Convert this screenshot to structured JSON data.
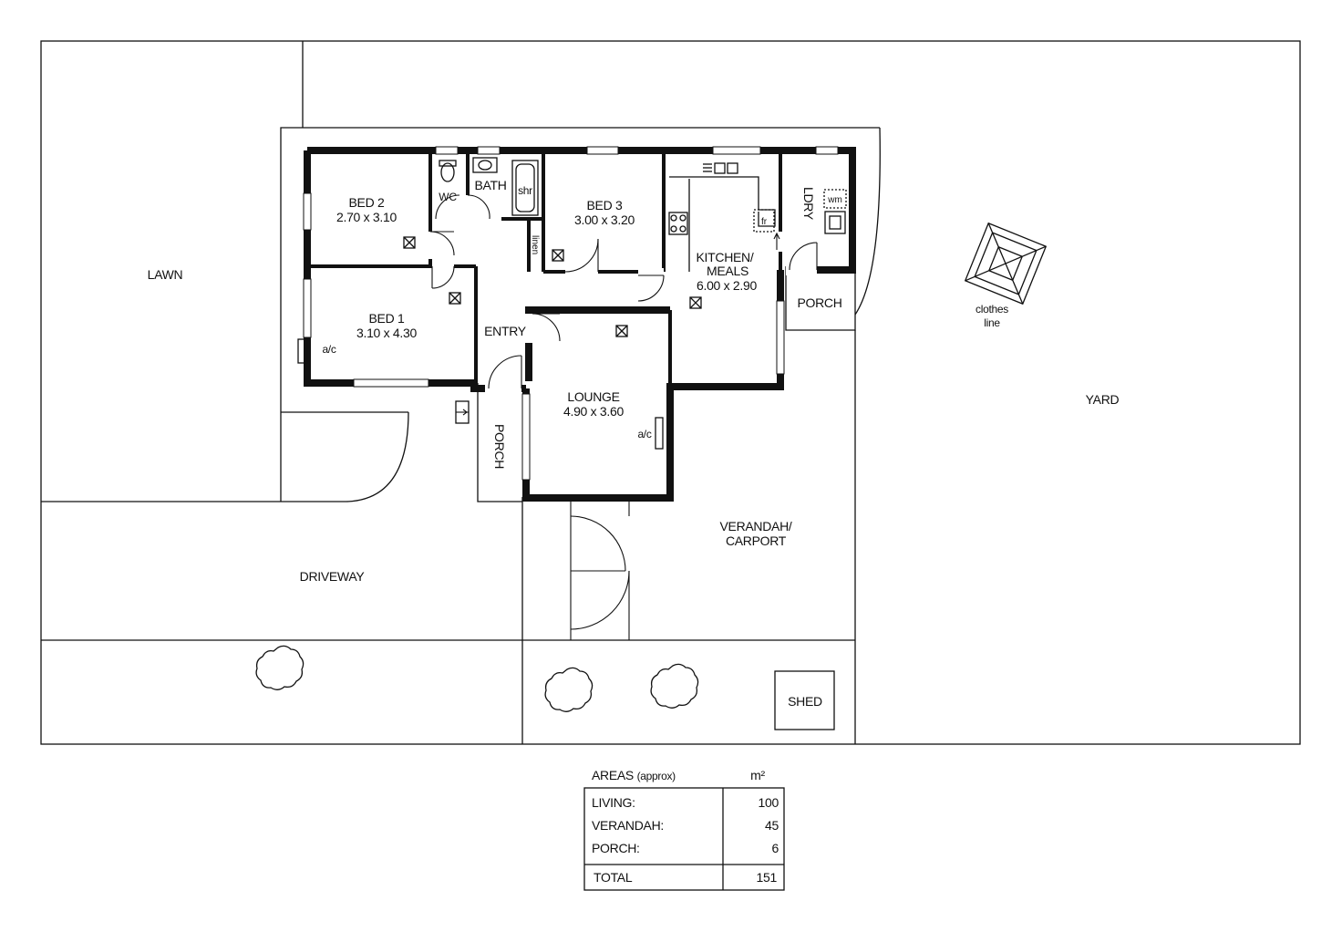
{
  "site": {
    "lawn": "LAWN",
    "yard": "YARD",
    "driveway": "DRIVEWAY",
    "verandah_line1": "VERANDAH/",
    "verandah_line2": "CARPORT",
    "shed": "SHED",
    "clothes_line1": "clothes",
    "clothes_line2": "line"
  },
  "rooms": {
    "bed2": {
      "name": "BED 2",
      "size": "2.70 x 3.10"
    },
    "bed3": {
      "name": "BED 3",
      "size": "3.00 x 3.20"
    },
    "bed1": {
      "name": "BED 1",
      "size": "3.10 x 4.30"
    },
    "kitchen": {
      "name_line1": "KITCHEN/",
      "name_line2": "MEALS",
      "size": "6.00 x 2.90"
    },
    "lounge": {
      "name": "LOUNGE",
      "size": "4.90 x 3.60"
    },
    "entry": "ENTRY",
    "wc": "WC",
    "bath": "BATH",
    "shr": "shr",
    "linen": "linen",
    "ldry": "LDRY",
    "porch_rear": "PORCH",
    "porch_front": "PORCH",
    "fr": "fr",
    "wm": "wm",
    "ac_bed1": "a/c",
    "ac_lounge": "a/c"
  },
  "areas": {
    "title": "AREAS",
    "title_note": "(approx)",
    "unit": "m²",
    "rows": [
      {
        "label": "LIVING:",
        "value": "100"
      },
      {
        "label": "VERANDAH:",
        "value": "45"
      },
      {
        "label": "PORCH:",
        "value": "6"
      }
    ],
    "total_label": "TOTAL",
    "total_value": "151"
  }
}
